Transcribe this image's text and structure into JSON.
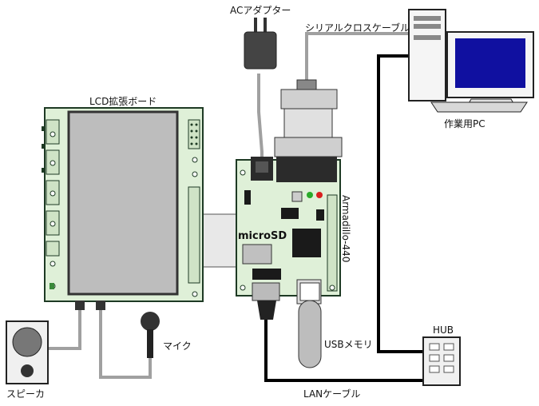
{
  "labels": {
    "ac_adapter": "ACアダプター",
    "serial_cable": "シリアルクロスケーブル",
    "work_pc": "作業用PC",
    "lcd_board": "LCD拡張ボード",
    "microsd": "microSD",
    "armadillo": "Armadillo-440",
    "usb_memory": "USBメモリ",
    "hub": "HUB",
    "lan_cable": "LANケーブル",
    "mic": "マイク",
    "speaker": "スピーカ"
  },
  "colors": {
    "board_green": "#dff0d8",
    "board_dark_green": "#1e3a24",
    "lcd_screen": "#bdbdbd",
    "cable_gray": "#9a9a9a",
    "lan_black": "#000000",
    "monitor_blue": "#1010a0",
    "chip": "#1a1a1a"
  }
}
